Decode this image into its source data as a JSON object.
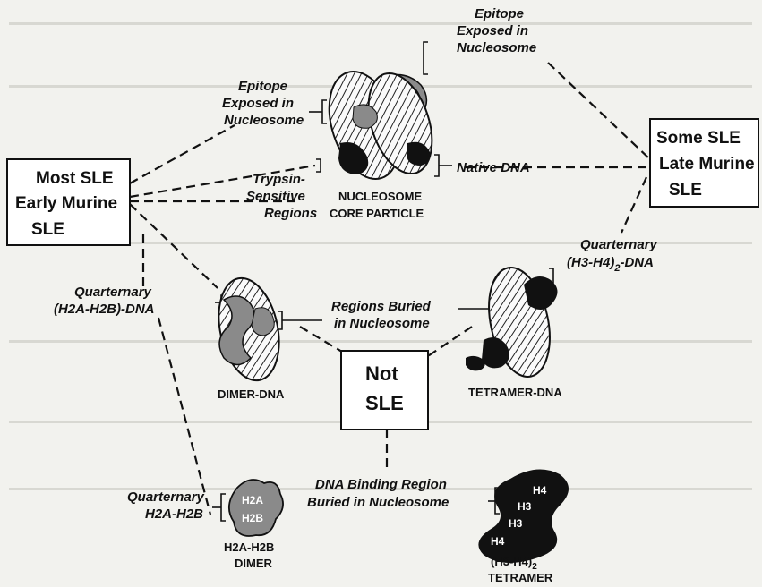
{
  "boxes": {
    "left": [
      "Most SLE",
      "Early Murine",
      "SLE"
    ],
    "right": [
      "Some SLE",
      "Late Murine",
      "SLE"
    ],
    "center": [
      "Not",
      "SLE"
    ]
  },
  "labels": {
    "epitope_left": [
      "Epitope",
      "Exposed in",
      "Nucleosome"
    ],
    "epitope_top": [
      "Epitope",
      "Exposed in",
      "Nucleosome"
    ],
    "native_dna": "Native DNA",
    "trypsin": [
      "Trypsin-",
      "Sensitive",
      "Regions"
    ],
    "quat_h3h4": [
      "Quarternary",
      "(H3-H4)",
      "2",
      "-DNA"
    ],
    "quat_h2ah2b_dna": [
      "Quarternary",
      "(H2A-H2B)-DNA"
    ],
    "regions_buried": [
      "Regions Buried",
      "in Nucleosome"
    ],
    "quat_h2ah2b": [
      "Quarternary",
      "H2A-H2B"
    ],
    "dna_binding": [
      "DNA Binding Region",
      "Buried in Nucleosome"
    ]
  },
  "structures": {
    "nucleosome": [
      "NUCLEOSOME",
      "CORE PARTICLE"
    ],
    "dimer_dna": "DIMER-DNA",
    "tetramer_dna": "TETRAMER-DNA",
    "h2a_h2b_dimer": [
      "H2A-H2B",
      "DIMER"
    ],
    "h3h4_tetramer": [
      "(H3-H4)",
      "2",
      "TETRAMER"
    ]
  },
  "histone_labels": {
    "dimer": [
      "H2A",
      "H2B"
    ],
    "tetramer": [
      "H4",
      "H3",
      "H3",
      "H4"
    ]
  },
  "colors": {
    "background": "#f2f2ee",
    "ink": "#111111",
    "histone_gray": "#8a8a8a"
  }
}
